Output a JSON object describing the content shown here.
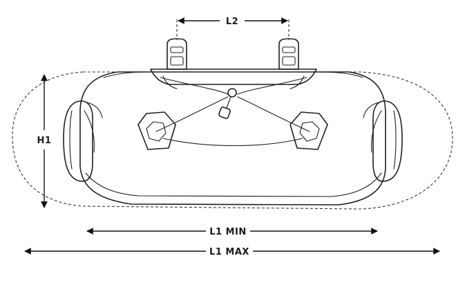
{
  "dimensions": {
    "l2": "L2",
    "h1": "H1",
    "l1_min": "L1 MIN",
    "l1_max": "L1 MAX"
  },
  "colors": {
    "line": "#1e1e1e",
    "background": "#ffffff"
  }
}
